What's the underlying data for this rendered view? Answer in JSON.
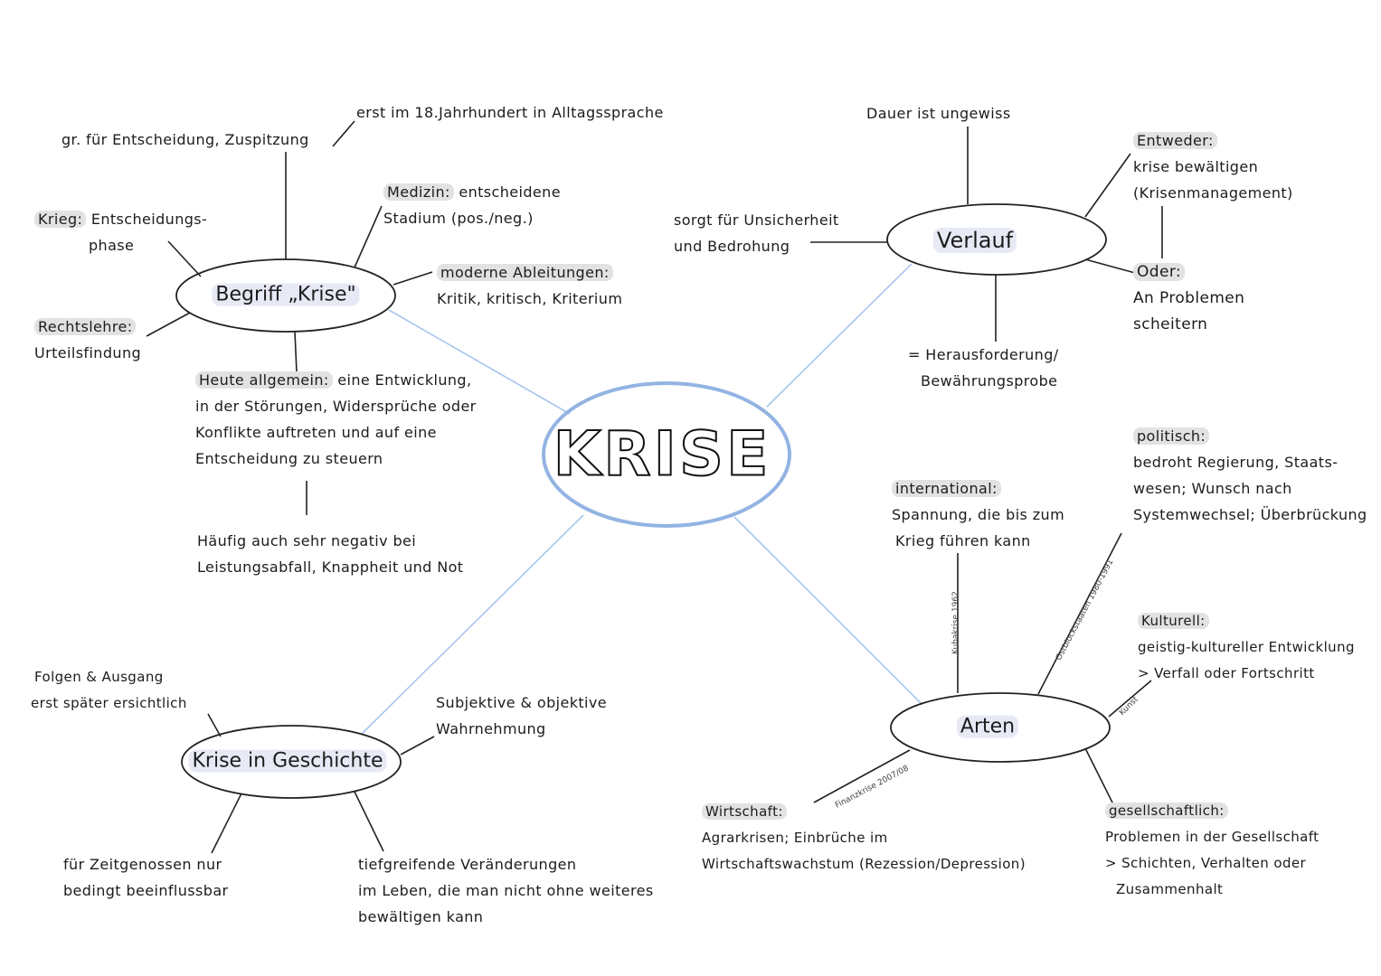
{
  "center": {
    "label": "KRISE"
  },
  "colors": {
    "center_outline": "#93b4e2",
    "connector": "#a9c6ee",
    "ink": "#1c1c1c",
    "highlight": "#e2e2e2",
    "node_highlight": "#e7e9f5"
  },
  "begriff": {
    "title": "Begriff „Krise\"",
    "greek": "gr. für Entscheidung, Zuspitzung",
    "century": "erst im 18.Jahrhundert in Alltagssprache",
    "krieg_label": "Krieg:",
    "krieg_text_1": "Entscheidungs-",
    "krieg_text_2": "phase",
    "medizin_label": "Medizin:",
    "medizin_text_1": "entscheidene",
    "medizin_text_2": "Stadium (pos./neg.)",
    "moderne_label": "moderne Ableitungen:",
    "moderne_text": "Kritik, kritisch, Kriterium",
    "recht_label": "Rechtslehre:",
    "recht_text": "Urteilsfindung",
    "heute_label": "Heute allgemein:",
    "heute_line_1": "eine Entwicklung,",
    "heute_line_2": "in der Störungen, Widersprüche oder",
    "heute_line_3": "Konflikte auftreten und auf eine",
    "heute_line_4": "Entscheidung zu steuern",
    "haeufig_line_1": "Häufig auch sehr negativ bei",
    "haeufig_line_2": "Leistungsabfall, Knappheit und Not"
  },
  "verlauf": {
    "title": "Verlauf",
    "dauer": "Dauer ist ungewiss",
    "sorgt_1": "sorgt für Unsicherheit",
    "sorgt_2": "und Bedrohung",
    "entweder_label": "Entweder:",
    "entweder_1": "krise bewältigen",
    "entweder_2": "(Krisenmanagement)",
    "oder_label": "Oder:",
    "oder_1": "An Problemen",
    "oder_2": "scheitern",
    "heraus_1": "= Herausforderung/",
    "heraus_2": "Bewährungsprobe"
  },
  "arten": {
    "title": "Arten",
    "international_label": "international:",
    "international_1": "Spannung, die bis zum",
    "international_2": "Krieg führen kann",
    "politisch_label": "politisch:",
    "politisch_1": "bedroht Regierung, Staats-",
    "politisch_2": "wesen; Wunsch nach",
    "politisch_3": "Systemwechsel; Überbrückung",
    "kulturell_label": "Kulturell:",
    "kulturell_1": "geistig-kultureller Entwicklung",
    "kulturell_2": "> Verfall oder Fortschritt",
    "gesellschaftlich_label": "gesellschaftlich:",
    "gesellschaftlich_1": "Problemen in der Gesellschaft",
    "gesellschaftlich_2": "> Schichten, Verhalten oder",
    "gesellschaftlich_3": "Zusammenhalt",
    "wirtschaft_label": "Wirtschaft:",
    "wirtschaft_1": "Agrarkrisen; Einbrüche im",
    "wirtschaft_2": "Wirtschaftswachstum (Rezession/Depression)",
    "kuba_note": "Kubakrise 1962",
    "ostblock_note": "Ostblockstaaten 1980-1991",
    "kunst_note": "Kunst",
    "finanz_note": "Finanzkrise 2007/08"
  },
  "geschichte": {
    "title": "Krise in Geschichte",
    "folgen_1": "Folgen & Ausgang",
    "folgen_2": "erst später ersichtlich",
    "subjektiv_1": "Subjektive & objektive",
    "subjektiv_2": "Wahrnehmung",
    "zeit_1": "für Zeitgenossen nur",
    "zeit_2": "bedingt beeinflussbar",
    "tief_1": "tiefgreifende Veränderungen",
    "tief_2": "im Leben, die man nicht ohne weiteres",
    "tief_3": "bewältigen kann"
  }
}
